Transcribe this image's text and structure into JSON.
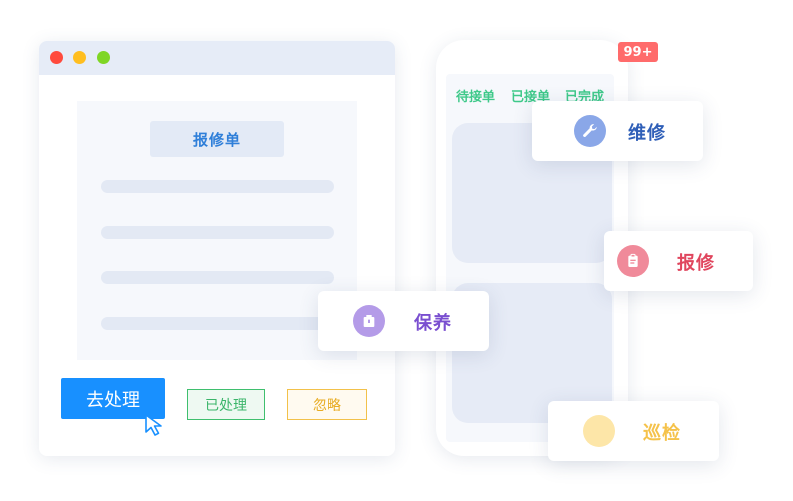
{
  "browser": {
    "doc_title": "报修单",
    "actions": {
      "process": "去处理",
      "processed": "已处理",
      "ignore": "忽略"
    }
  },
  "phone": {
    "tabs": [
      "待接单",
      "已接单",
      "已完成"
    ],
    "badge": "99+"
  },
  "tags": {
    "repair": "维修",
    "report": "报修",
    "maintain": "保养",
    "inspect": "巡检"
  },
  "colors": {
    "primary": "#1890ff",
    "success": "#3bb56a",
    "warning": "#e8ac23",
    "badge": "#ff6b6b",
    "repair_icon": "#8aa7e8",
    "report_icon": "#f08a9a",
    "maintain_icon": "#b49be8",
    "inspect_icon": "#fde6a8"
  },
  "icons": {
    "repair": "wrench-icon",
    "report": "clipboard-icon",
    "maintain": "box-icon",
    "cursor": "cursor-pointer-icon"
  }
}
